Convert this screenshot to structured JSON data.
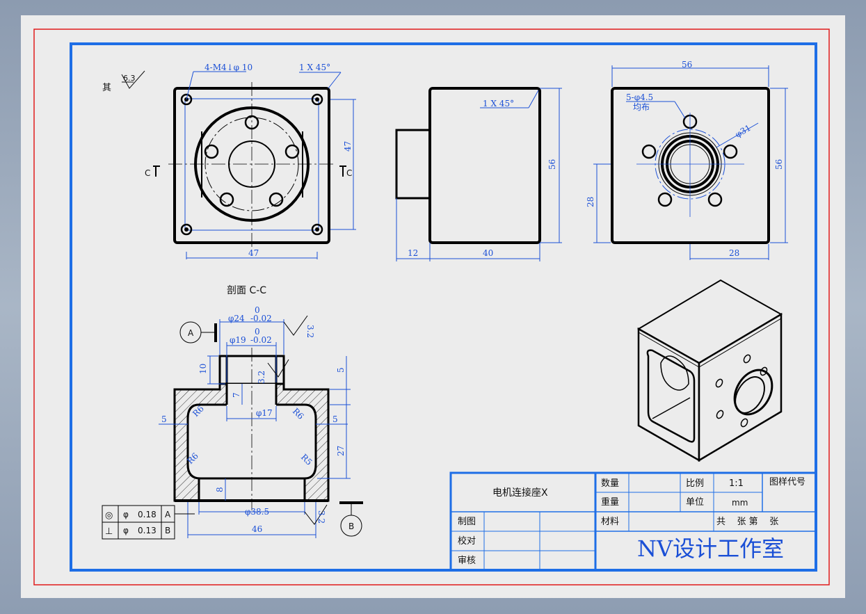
{
  "drawing": {
    "roughness_note_prefix": "其",
    "roughness_all": "6.3",
    "section_label": "剖面 C-C",
    "section_mark_left": "C",
    "section_mark_right": "C"
  },
  "front_view": {
    "thread_note": "4-M4↓φ 10",
    "chamfer_note": "1 X 45°",
    "dim_width": "47",
    "dim_height": "47"
  },
  "side_view": {
    "chamfer_note": "1 X 45°",
    "dim_height": "56",
    "dim_boss": "12",
    "dim_body": "40"
  },
  "right_view": {
    "holes_note": "5-φ4.5",
    "holes_note2": "均布",
    "pcd": "φ31",
    "dim_top": "56",
    "dim_right": "56",
    "dim_left": "28",
    "dim_bottom": "28"
  },
  "section_view": {
    "datum_a": "A",
    "datum_b": "B",
    "d24": "φ24",
    "d24_upper": "0",
    "d24_lower": "-0.02",
    "d19": "φ19",
    "d19_upper": "0",
    "d19_lower": "-0.02",
    "ra_top": "3.2",
    "ra_boss": "3.2",
    "ra_bottom": "3.2",
    "dim_10": "10",
    "dim_7": "7",
    "dim_d17": "φ17",
    "dim_5_right_top": "5",
    "dim_5_left": "5",
    "dim_5_right": "5",
    "dim_27": "27",
    "dim_8": "8",
    "dim_d38": "φ38.5",
    "dim_46": "46",
    "r6_labels": [
      "R6",
      "R6",
      "R6",
      "R5"
    ]
  },
  "tolerance_frames": [
    {
      "symbol": "◎",
      "dia": "φ",
      "value": "0.18",
      "datum": "A"
    },
    {
      "symbol": "⊥",
      "dia": "φ",
      "value": "0.13",
      "datum": "B"
    }
  ],
  "title_block": {
    "part_name": "电机连接座X",
    "qty_label": "数量",
    "scale_label": "比例",
    "scale_value": "1:1",
    "drawing_no_label": "图样代号",
    "weight_label": "重量",
    "unit_label": "单位",
    "unit_value": "mm",
    "material_label": "材料",
    "sheets_text": "共    张 第    张",
    "drawn_label": "制图",
    "checked_label": "校对",
    "approved_label": "审核",
    "company": "NV设计工作室"
  },
  "colors": {
    "border_red": "#e01b1b",
    "frame_blue": "#1e6ee6",
    "dim_blue": "#1a4fd6"
  }
}
